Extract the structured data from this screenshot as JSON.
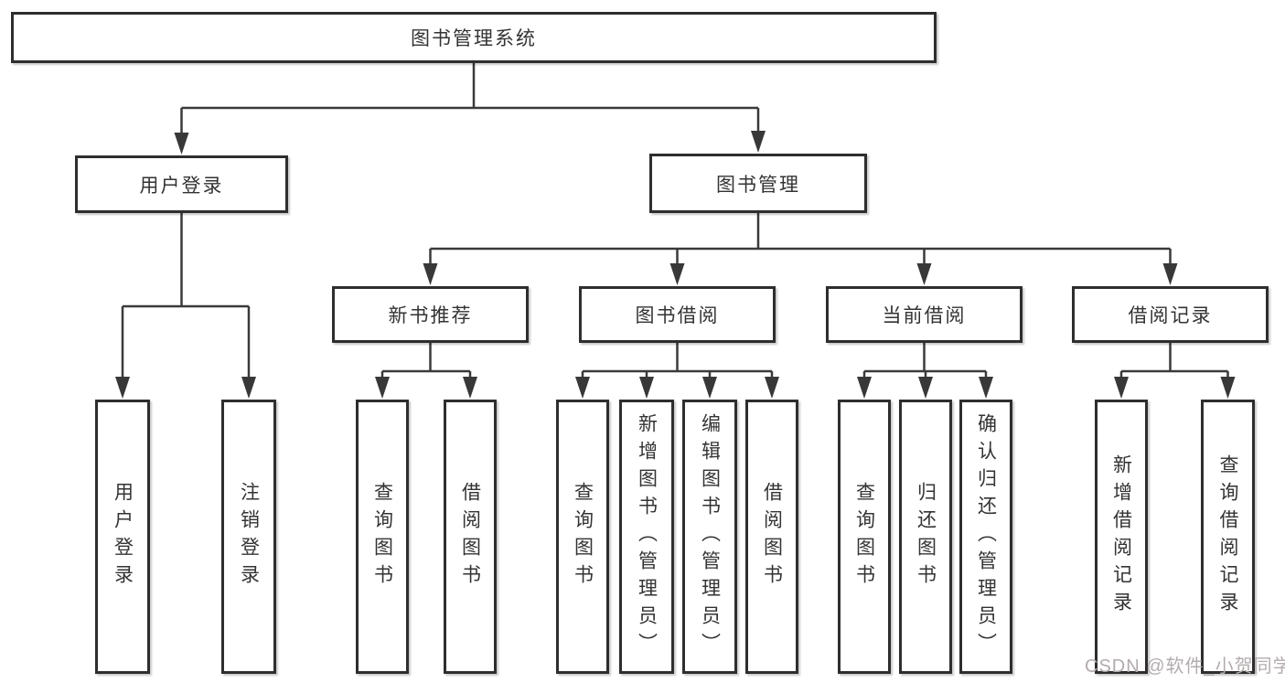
{
  "diagram": {
    "root": "图书管理系统",
    "level2": {
      "userLogin": "用户登录",
      "bookMgmt": "图书管理"
    },
    "level3": {
      "newBookRec": "新书推荐",
      "bookBorrow": "图书借阅",
      "currentBorrow": "当前借阅",
      "borrowRecord": "借阅记录"
    },
    "leaves": {
      "userLogin": "用户登录",
      "logout": "注销登录",
      "queryBookRec": "查询图书",
      "borrowBookRec": "借阅图书",
      "queryBookBor": "查询图书",
      "addBook": "新增图书（管理员）",
      "editBook": "编辑图书（管理员）",
      "borrowBookBor": "借阅图书",
      "queryBookCur": "查询图书",
      "returnBook": "归还图书",
      "confirmReturn": "确认归还（管理员）",
      "addRecord": "新增借阅记录",
      "queryRecord": "查询借阅记录"
    }
  },
  "watermark": "CSDN @软件_小贺同学",
  "colors": {
    "line": "#3a3a3a",
    "box_border": "#2e2e2e",
    "text": "#333333",
    "watermark": "#b3acac",
    "background": "#ffffff"
  }
}
